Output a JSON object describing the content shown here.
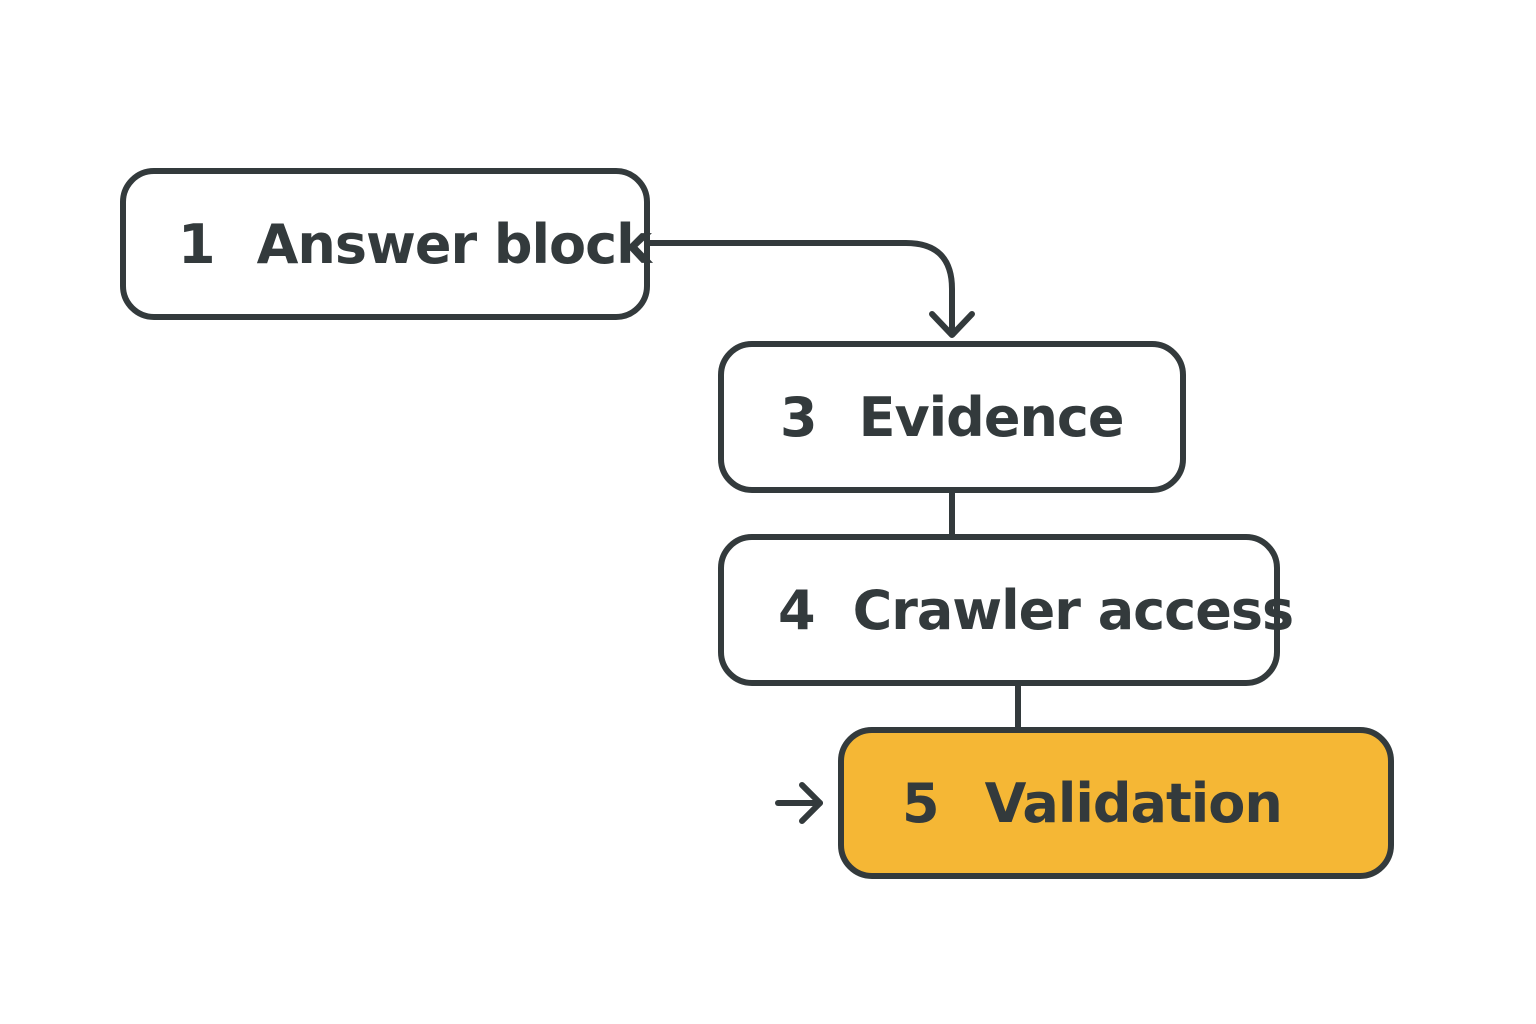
{
  "colors": {
    "stroke": "#333a3c",
    "box_fill": "#ffffff",
    "highlight_fill": "#f5b735",
    "text": "#333a3c"
  },
  "steps": [
    {
      "number": "1",
      "label": "Answer block",
      "highlighted": false
    },
    {
      "number": "3",
      "label": "Evidence",
      "highlighted": false
    },
    {
      "number": "4",
      "label": "Crawler access",
      "highlighted": false
    },
    {
      "number": "5",
      "label": "Validation",
      "highlighted": true
    }
  ],
  "icons": {
    "pointer": "arrow-right-icon",
    "flow": "arrow-down-icon"
  }
}
